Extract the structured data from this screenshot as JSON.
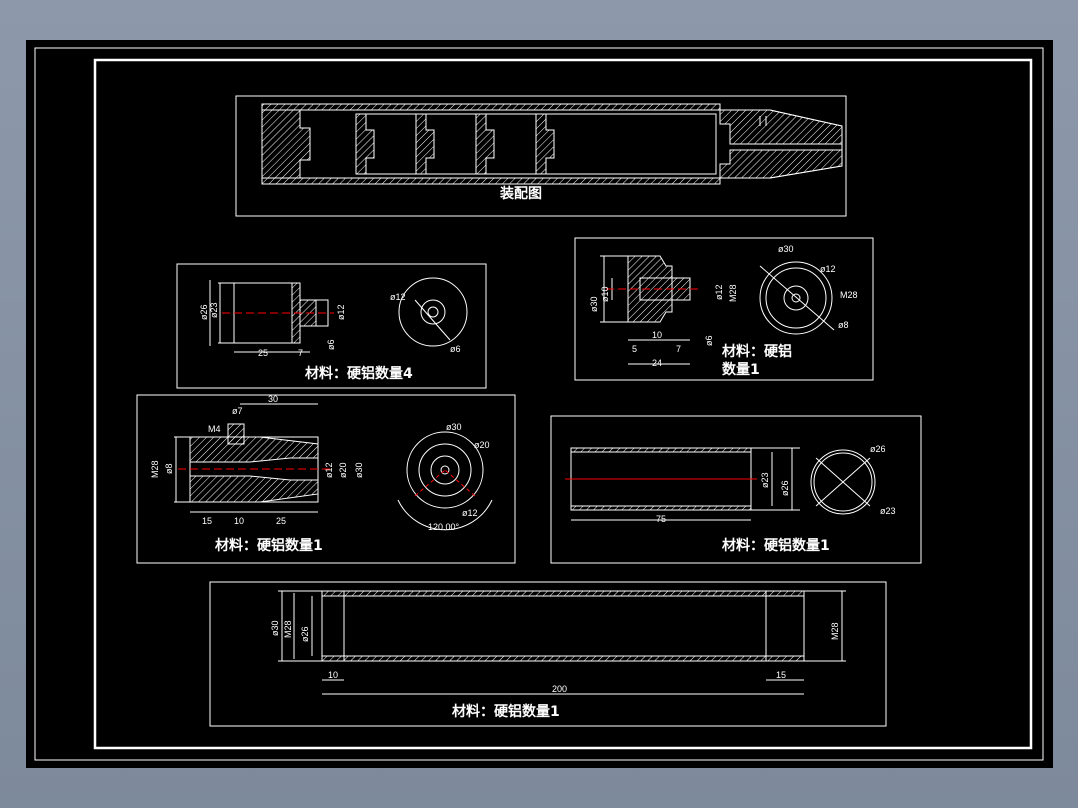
{
  "colors": {
    "background": "#808c9e",
    "sheet": "#000000",
    "line": "#ffffff",
    "centerline": "#ff0000"
  },
  "views": {
    "assembly": {
      "caption": "装配图"
    },
    "part_cup": {
      "caption": "材料：硬铝数量4",
      "dims": [
        "ø26",
        "ø23",
        "25",
        "7",
        "ø12",
        "ø6",
        "ø12",
        "ø6"
      ]
    },
    "part_top_right": {
      "caption_line1": "材料：硬铝",
      "caption_line2": "数量1",
      "dims": [
        "ø30",
        "ø10",
        "ø12",
        "M28",
        "10",
        "5",
        "7",
        "24",
        "ø6",
        "ø30",
        "ø12",
        "M28",
        "ø8"
      ]
    },
    "part_nozzle": {
      "caption": "材料：硬铝数量1",
      "dims": [
        "30",
        "ø7",
        "M4",
        "M28",
        "ø8",
        "ø12",
        "ø20",
        "ø30",
        "15",
        "10",
        "25",
        "ø30",
        "ø20",
        "ø12",
        "120.00°"
      ]
    },
    "part_tube": {
      "caption": "材料：硬铝数量1",
      "dims": [
        "ø23",
        "ø26",
        "75",
        "ø26",
        "ø23"
      ]
    },
    "part_long_tube": {
      "caption": "材料：硬铝数量1",
      "dims": [
        "ø30",
        "M28",
        "ø26",
        "M28",
        "10",
        "200",
        "15"
      ]
    }
  }
}
